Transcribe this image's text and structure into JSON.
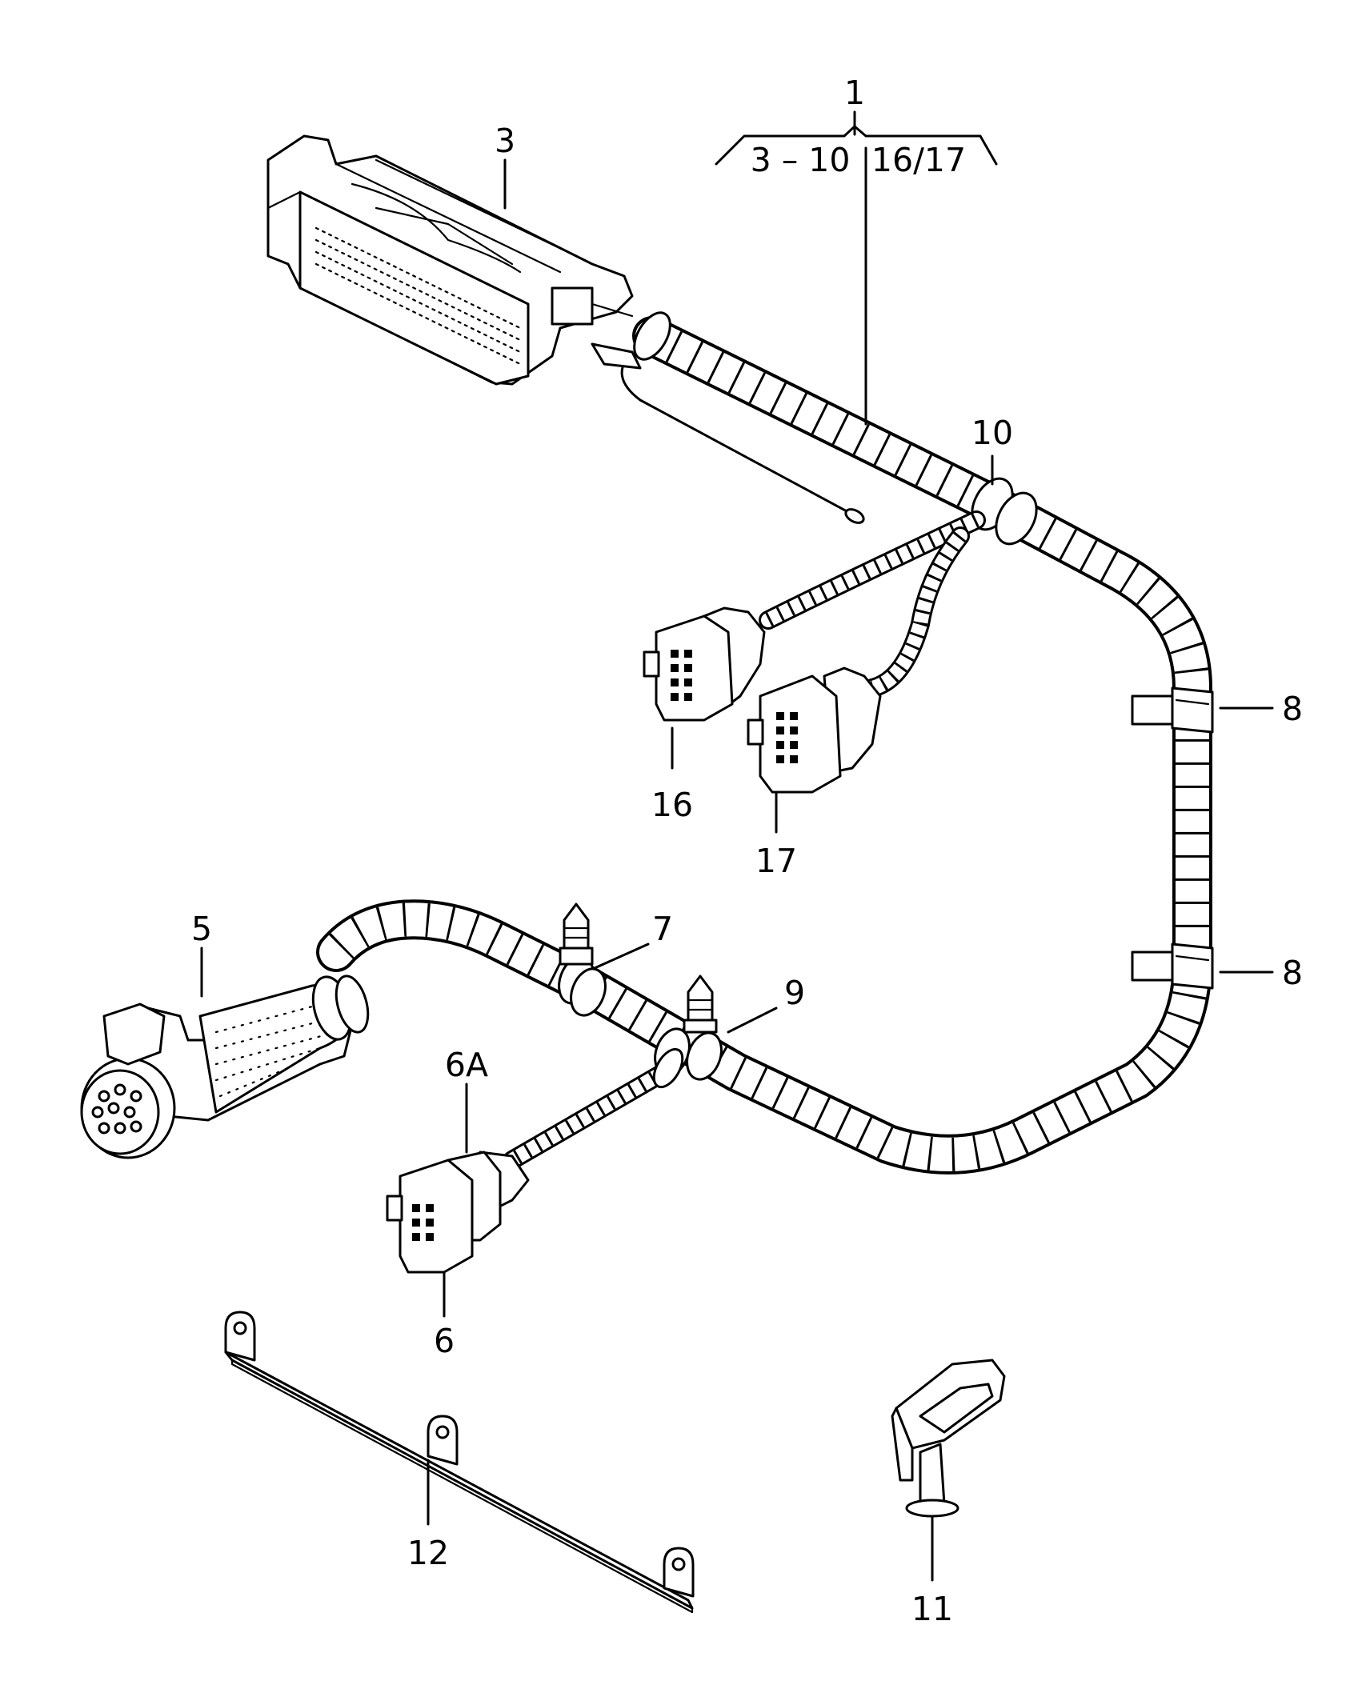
{
  "diagram": {
    "callouts": {
      "c1": "1",
      "c1_left": "3 – 10",
      "c1_right": "16/17",
      "c3": "3",
      "c5": "5",
      "c6": "6",
      "c6A": "6A",
      "c7": "7",
      "c8_top": "8",
      "c8_bottom": "8",
      "c9": "9",
      "c10": "10",
      "c11": "11",
      "c12": "12",
      "c16": "16",
      "c17": "17"
    }
  }
}
